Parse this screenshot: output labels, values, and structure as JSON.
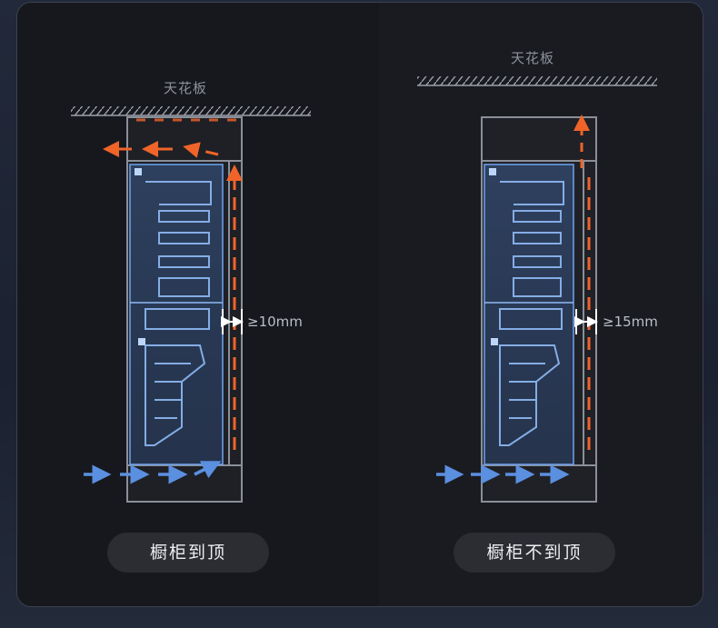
{
  "panels": [
    {
      "ceiling_label": "天花板",
      "gap_label": "≥10mm",
      "caption": "橱柜到顶"
    },
    {
      "ceiling_label": "天花板",
      "gap_label": "≥15mm",
      "caption": "橱柜不到顶"
    }
  ],
  "colors": {
    "hot_air": "#f0642a",
    "cool_air": "#5b8fe0",
    "fridge_glow": "#6fa4f2",
    "cabinet_line": "#8a8f99"
  },
  "icons": [
    "double-arrow-gap-icon",
    "hatch-ceiling-icon",
    "airflow-arrow-icon"
  ]
}
